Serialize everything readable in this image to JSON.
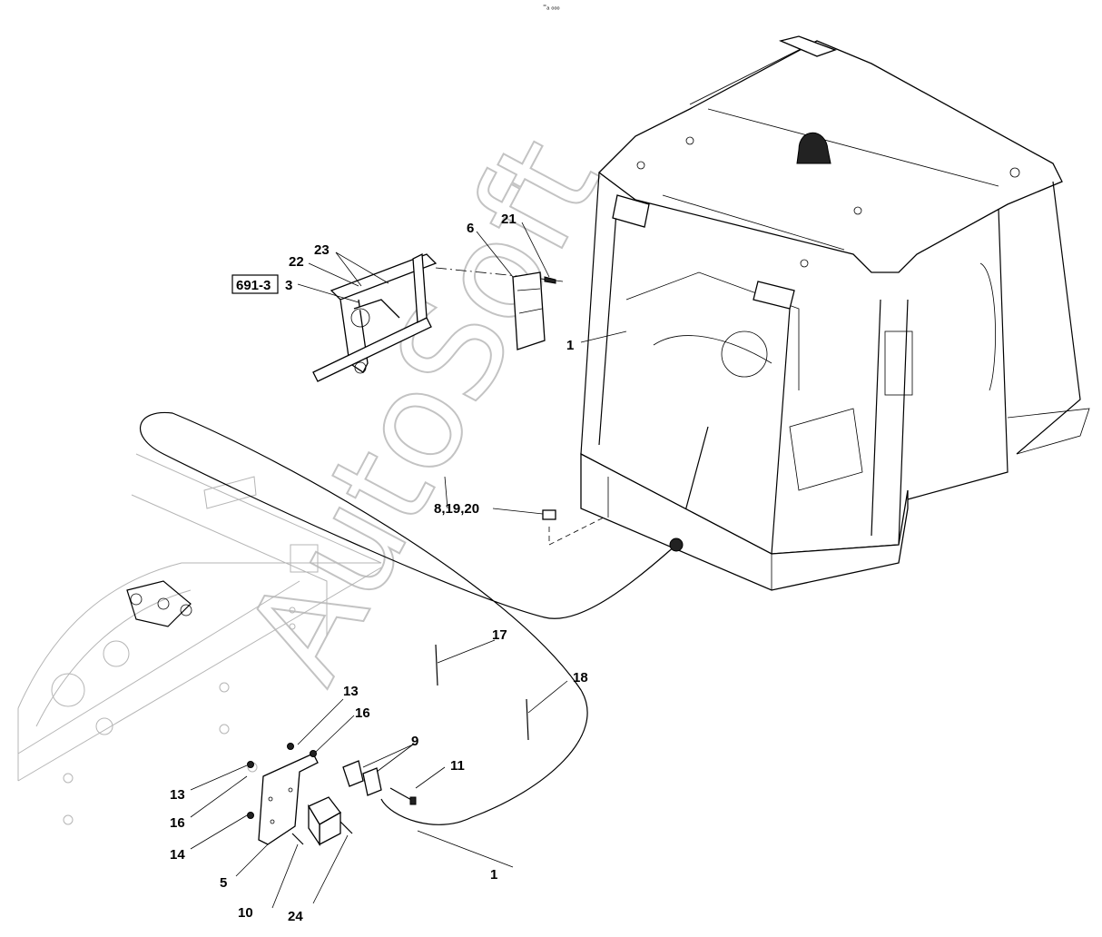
{
  "header": {
    "code": "⁼ₐ ₒₒₒ"
  },
  "watermark": {
    "text": "AutoSoft"
  },
  "reference_box": {
    "text": "691-3"
  },
  "callouts": [
    {
      "id": "c1a",
      "text": "1"
    },
    {
      "id": "c1b",
      "text": "1"
    },
    {
      "id": "c3",
      "text": "3"
    },
    {
      "id": "c5",
      "text": "5"
    },
    {
      "id": "c6",
      "text": "6"
    },
    {
      "id": "c8",
      "text": "8,19,20"
    },
    {
      "id": "c9",
      "text": "9"
    },
    {
      "id": "c10",
      "text": "10"
    },
    {
      "id": "c11",
      "text": "11"
    },
    {
      "id": "c13a",
      "text": "13"
    },
    {
      "id": "c13b",
      "text": "13"
    },
    {
      "id": "c14",
      "text": "14"
    },
    {
      "id": "c16a",
      "text": "16"
    },
    {
      "id": "c16b",
      "text": "16"
    },
    {
      "id": "c17",
      "text": "17"
    },
    {
      "id": "c18",
      "text": "18"
    },
    {
      "id": "c21",
      "text": "21"
    },
    {
      "id": "c22",
      "text": "22"
    },
    {
      "id": "c23",
      "text": "23"
    },
    {
      "id": "c24",
      "text": "24"
    }
  ]
}
